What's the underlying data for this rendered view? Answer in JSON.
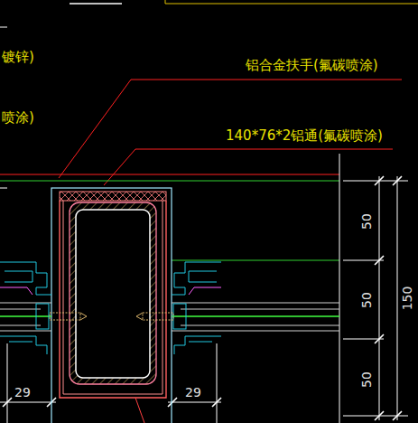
{
  "diagram": {
    "labels": [
      "镀锌)",
      "喷涂)",
      "铝合金扶手(氟碳喷涂)",
      "140*76*2铝通(氟碳喷涂)",
      "50",
      "50",
      "50",
      "150",
      "29",
      "29"
    ]
  }
}
